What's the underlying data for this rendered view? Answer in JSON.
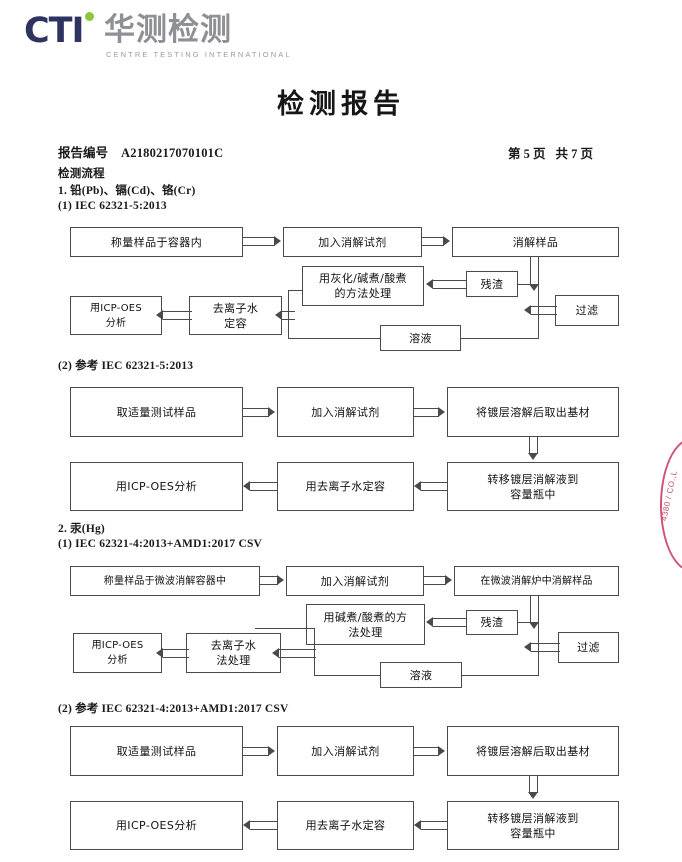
{
  "logo": {
    "mark": "CTI",
    "chinese": "华测检测",
    "english": "CENTRE TESTING INTERNATIONAL",
    "mark_color": "#2e3360",
    "dot_color": "#8cc63e",
    "chinese_color": "#8f8f96"
  },
  "document": {
    "title": "检测报告"
  },
  "meta": {
    "report_no_label": "报告编号",
    "report_no_value": "A2180217070101C",
    "page_current": "第 5 页",
    "page_total": "共 7 页"
  },
  "headings": {
    "process": "检测流程",
    "section1": "1. 铅(Pb)、镉(Cd)、铬(Cr)",
    "section1_method1": "(1) IEC 62321-5:2013",
    "section1_method2": "(2) 参考 IEC 62321-5:2013",
    "section2": "2. 汞(Hg)",
    "section2_method1": "(1) IEC 62321-4:2013+AMD1:2017 CSV",
    "section2_method2": "(2) 参考 IEC 62321-4:2013+AMD1:2017 CSV"
  },
  "flow1": {
    "b1": "称量样品于容器内",
    "b2": "加入消解试剂",
    "b3": "消解样品",
    "b4": "过滤",
    "b5": "残渣",
    "b6": "溶液",
    "b7": "用灰化/碱煮/酸煮\n的方法处理",
    "b7_line1": "用灰化/碱煮/酸煮",
    "b7_line2": "的方法处理",
    "b8_line1": "去离子水",
    "b8_line2": "定容",
    "b9_line1": "用ICP-OES",
    "b9_line2": "分析"
  },
  "flow2": {
    "b1": "取适量测试样品",
    "b2": "加入消解试剂",
    "b3": "将镀层溶解后取出基材",
    "b4_line1": "转移镀层消解液到",
    "b4_line2": "容量瓶中",
    "b5": "用去离子水定容",
    "b6": "用ICP-OES分析"
  },
  "flow3": {
    "b1": "称量样品于微波消解容器中",
    "b2": "加入消解试剂",
    "b3": "在微波消解炉中消解样品",
    "b4": "过滤",
    "b5": "残渣",
    "b6": "溶液",
    "b7_line1": "用碱煮/酸煮的方",
    "b7_line2": "法处理",
    "b8_line1": "去离子水",
    "b8_line2": "法处理",
    "b9_line1": "用ICP-OES",
    "b9_line2": "分析"
  },
  "flow4": {
    "b1": "取适量测试样品",
    "b2": "加入消解试剂",
    "b3": "将镀层溶解后取出基材",
    "b4_line1": "转移镀层消解液到",
    "b4_line2": "容量瓶中",
    "b5": "用去离子水定容",
    "b6": "用ICP-OES分析"
  },
  "stamp": {
    "text": "4380 / CO.,L",
    "color": "#c8365a"
  }
}
